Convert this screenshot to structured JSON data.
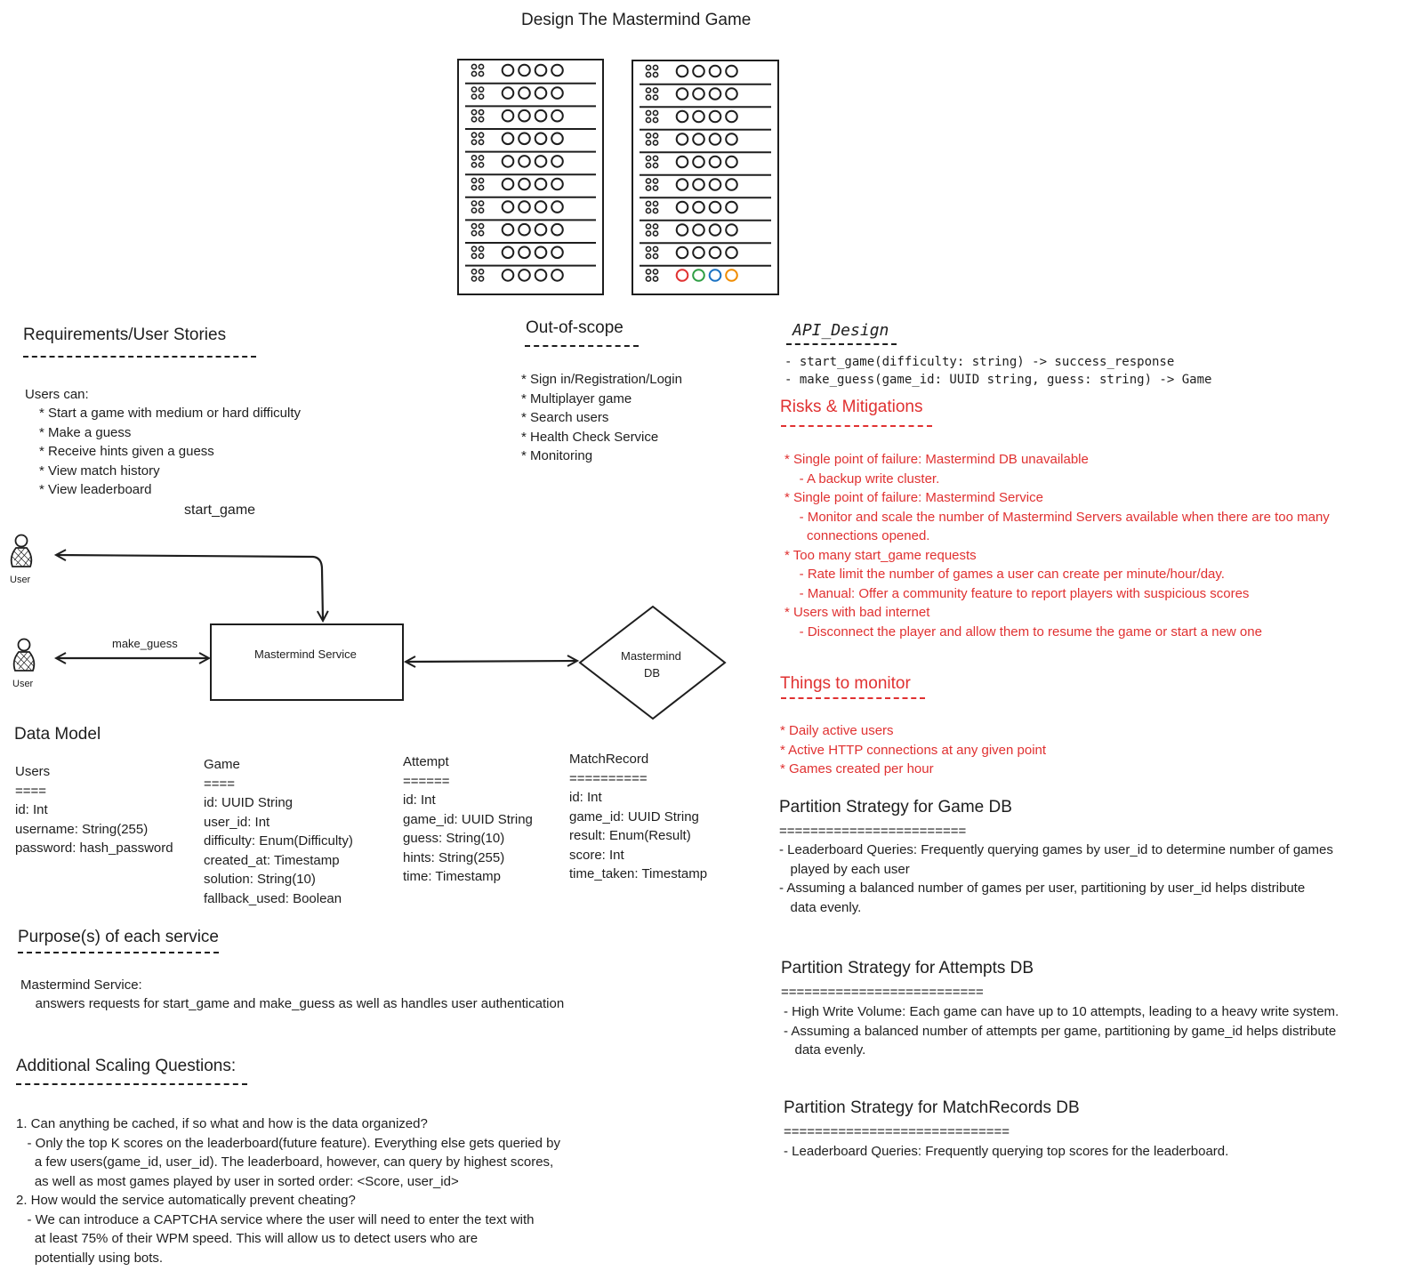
{
  "title": "Design The Mastermind Game",
  "boards": {
    "pegs_per_row": 4,
    "rows": 10,
    "colored_row": [
      "#e03131",
      "#2f9e44",
      "#1971c2",
      "#f08c00"
    ]
  },
  "requirements": {
    "heading": "Requirements/User Stories",
    "intro": "Users can:",
    "items": [
      "* Start a game with medium or hard difficulty",
      "* Make a guess",
      "* Receive hints given a guess",
      "* View match history",
      "* View leaderboard"
    ]
  },
  "out_of_scope": {
    "heading": "Out-of-scope",
    "items": [
      "* Sign in/Registration/Login",
      "* Multiplayer game",
      "* Search users",
      "* Health Check Service",
      "* Monitoring"
    ]
  },
  "api_design": {
    "heading": "API_Design",
    "items": [
      "- start_game(difficulty: string) -> success_response",
      "- make_guess(game_id: UUID string, guess: string) -> Game"
    ]
  },
  "risks": {
    "heading": "Risks & Mitigations",
    "items": [
      "* Single point of failure: Mastermind DB unavailable",
      "    - A backup write cluster.",
      "* Single point of failure: Mastermind Service",
      "    - Monitor and scale the number of Mastermind Servers available when there are too many",
      "      connections opened.",
      "* Too many start_game requests",
      "    - Rate limit the number of games a user can create per minute/hour/day.",
      "    - Manual: Offer a community feature to report players with suspicious scores",
      "* Users with bad internet",
      "    - Disconnect the player and allow them to resume the game or start a new one"
    ]
  },
  "monitor": {
    "heading": "Things to monitor",
    "items": [
      "* Daily active users",
      "* Active HTTP connections at any given point",
      "* Games created per hour"
    ]
  },
  "diagram": {
    "start_game_label": "start_game",
    "make_guess_label": "make_guess",
    "user1_label": "User",
    "user2_label": "User",
    "service_label": "Mastermind Service",
    "db_label_1": "Mastermind",
    "db_label_2": "DB"
  },
  "data_model": {
    "heading": "Data Model",
    "tables": [
      {
        "name": "Users",
        "rule": "====",
        "fields": [
          "id: Int",
          "username: String(255)",
          "password: hash_password"
        ]
      },
      {
        "name": "Game",
        "rule": "====",
        "fields": [
          "id: UUID String",
          "user_id: Int",
          "difficulty: Enum(Difficulty)",
          "created_at: Timestamp",
          "solution: String(10)",
          "fallback_used: Boolean"
        ]
      },
      {
        "name": "Attempt",
        "rule": "======",
        "fields": [
          "id: Int",
          "game_id: UUID String",
          "guess: String(10)",
          "hints: String(255)",
          "time: Timestamp"
        ]
      },
      {
        "name": "MatchRecord",
        "rule": "==========",
        "fields": [
          "id: Int",
          "game_id: UUID String",
          "result: Enum(Result)",
          "score: Int",
          "time_taken: Timestamp"
        ]
      }
    ]
  },
  "purpose": {
    "heading": "Purpose(s) of each service",
    "service": "Mastermind Service:",
    "desc": "    answers requests for start_game and make_guess as well as handles user authentication"
  },
  "scaling": {
    "heading": "Additional Scaling Questions:",
    "lines": [
      "1. Can anything be cached, if so what and how is the data organized?",
      "   - Only the top K scores on the leaderboard(future feature). Everything else gets queried by",
      "     a few users(game_id, user_id). The leaderboard, however, can query by highest scores,",
      "     as well as most games played by user in sorted order: <Score, user_id>",
      "2. How would the service automatically prevent cheating?",
      "   - We can introduce a CAPTCHA service where the user will need to enter the text with",
      "     at least 75% of their WPM speed. This will allow us to detect users who are",
      "     potentially using bots."
    ]
  },
  "partition_game": {
    "heading": "Partition Strategy for Game DB",
    "rule": "========================",
    "lines": [
      "- Leaderboard Queries: Frequently querying games by user_id to determine number of games",
      "   played by each user",
      "- Assuming a balanced number of games per user, partitioning by user_id helps distribute",
      "   data evenly."
    ]
  },
  "partition_attempts": {
    "heading": "Partition Strategy for Attempts DB",
    "rule": "==========================",
    "lines": [
      "- High Write Volume: Each game can have up to 10 attempts, leading to a heavy write system.",
      "- Assuming a balanced number of attempts per game, partitioning by game_id helps distribute",
      "   data evenly."
    ]
  },
  "partition_match": {
    "heading": "Partition Strategy for MatchRecords DB",
    "rule": "=============================",
    "lines": [
      "- Leaderboard Queries: Frequently querying top scores for the leaderboard."
    ]
  }
}
